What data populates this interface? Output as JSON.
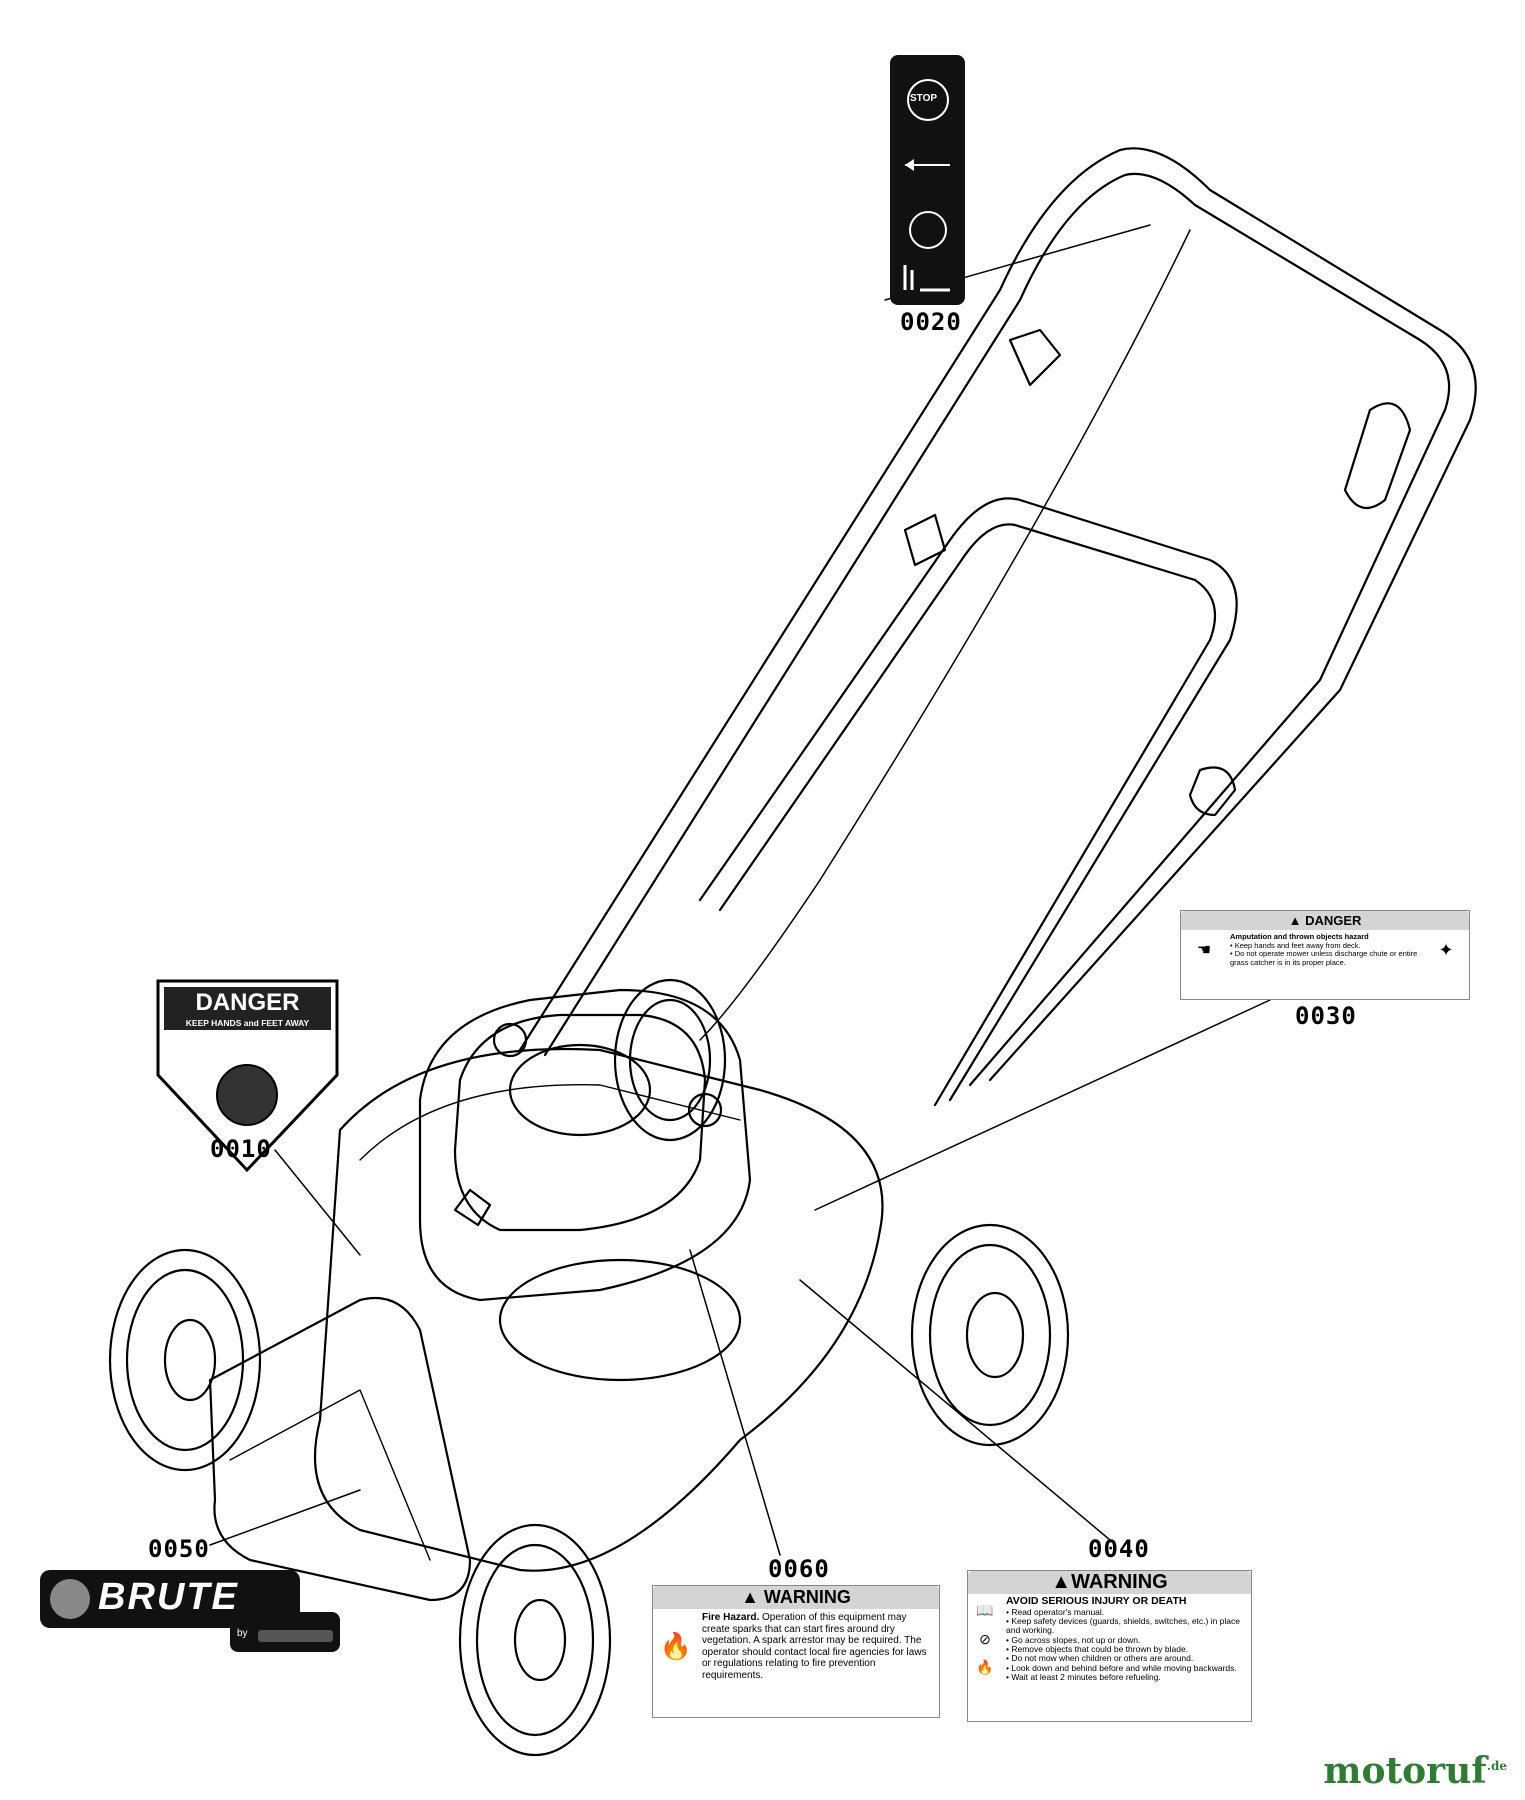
{
  "callouts": {
    "c0010": "0010",
    "c0020": "0020",
    "c0030": "0030",
    "c0040": "0040",
    "c0050": "0050",
    "c0060": "0060"
  },
  "decal_0010": {
    "title": "DANGER",
    "subtitle": "KEEP HANDS and FEET AWAY",
    "icon": "hand-caution-icon"
  },
  "decal_0020": {
    "stop_label": "STOP",
    "icons": [
      "engine-stop-icon",
      "left-arrow-icon",
      "engine-run-icon",
      "grass-cut-icon"
    ]
  },
  "decal_0030": {
    "title": "DANGER",
    "hazard": "Amputation and thrown objects hazard",
    "line1": "• Keep hands and feet away from deck.",
    "line2": "• Do not operate mower unless discharge chute or entire grass catcher is in its proper place."
  },
  "decal_0040": {
    "title": "WARNING",
    "heading": "AVOID SERIOUS INJURY OR DEATH",
    "lines": [
      "• Read operator's manual.",
      "• Keep safety devices (guards, shields, switches, etc.) in place and working.",
      "• Go across slopes, not up or down.",
      "• Remove objects that could be thrown by blade.",
      "• Do not mow when children or others are around.",
      "• Look down and behind before and while moving backwards.",
      "• Wait at least 2 minutes before refueling."
    ]
  },
  "decal_0050": {
    "brand": "BRUTE",
    "by": "by"
  },
  "decal_0060": {
    "title": "WARNING",
    "lead": "Fire Hazard.",
    "text": "Operation of this equipment may create sparks that can start fires around dry vegetation. A spark arrestor may be required. The operator should contact local fire agencies for laws or regulations relating to fire prevention requirements."
  },
  "watermark": {
    "text": "motoruf",
    "suffix": ".de",
    "color": "#2e7d32"
  }
}
